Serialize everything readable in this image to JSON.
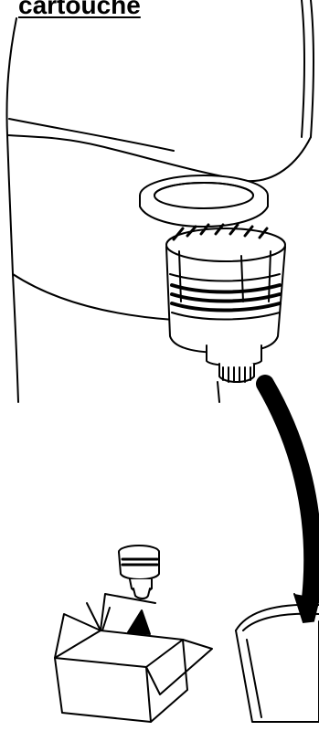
{
  "heading": {
    "text": "cartouche"
  },
  "illustration": {
    "parts": [
      "appliance-body",
      "filter-holder-ring",
      "filter-cartridge",
      "removal-arrow",
      "small-filter-cartridge",
      "up-arrow",
      "open-box",
      "waste-bin"
    ],
    "colors": {
      "line": "#000000",
      "fill": "#ffffff"
    }
  }
}
